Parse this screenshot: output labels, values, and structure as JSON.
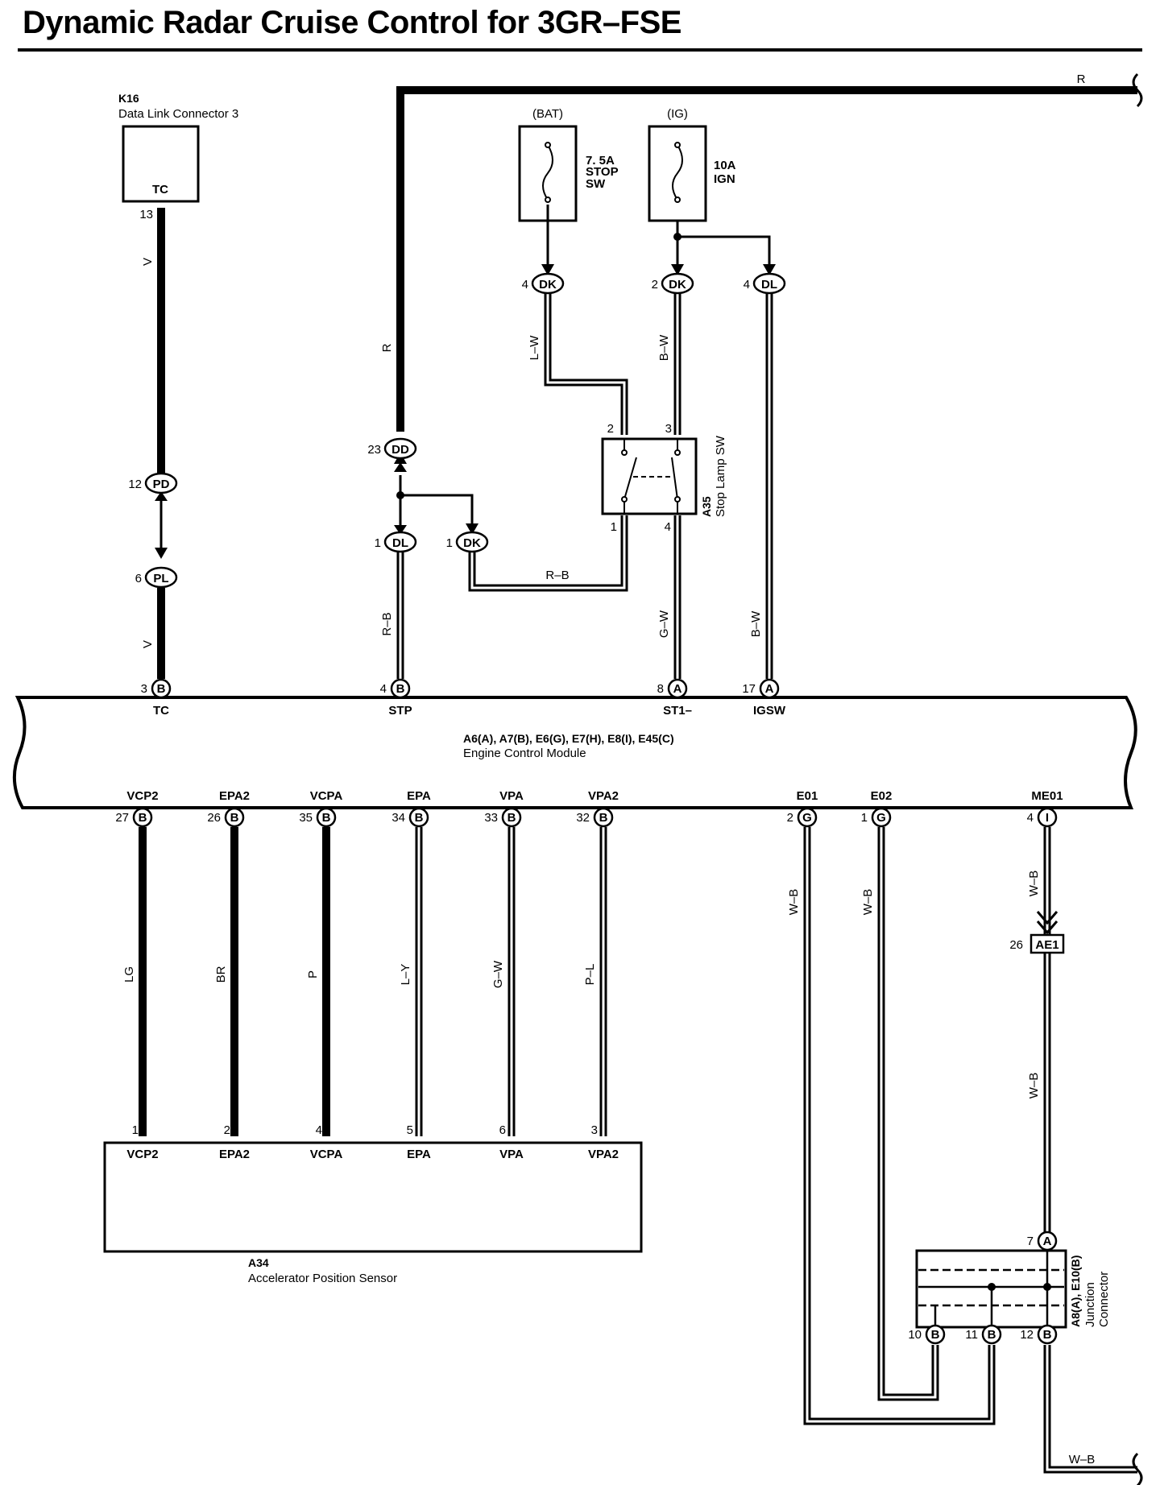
{
  "title": "Dynamic Radar Cruise Control for 3GR–FSE",
  "colors": {
    "ink": "#000000",
    "background": "#ffffff"
  },
  "wire_colors": {
    "r_top": "R",
    "v_top": "V",
    "v_bottom": "V",
    "r_left": "R",
    "lw": "L–W",
    "bw_top": "B–W",
    "rb_left": "R–B",
    "rb_horiz": "R–B",
    "gw": "G–W",
    "bw_bottom": "B–W",
    "lg": "LG",
    "br": "BR",
    "p": "P",
    "ly": "L–Y",
    "gw2": "G–W",
    "pl": "P–L",
    "wb1": "W–B",
    "wb2": "W–B",
    "wb3": "W–B",
    "wb4": "W–B",
    "wb5": "W–B"
  },
  "dlc": {
    "code": "K16",
    "name": "Data Link Connector 3",
    "terminal": "TC",
    "pin": "13"
  },
  "fuse_bat": {
    "source": "(BAT)",
    "rating": "7. 5A",
    "name1": "STOP",
    "name2": "SW"
  },
  "fuse_ig": {
    "source": "(IG)",
    "rating": "10A",
    "name1": "IGN"
  },
  "stop_lamp": {
    "code": "A35",
    "name": "Stop Lamp SW",
    "p2": "2",
    "p3": "3",
    "p1": "1",
    "p4": "4"
  },
  "connectors": {
    "dk_bat": {
      "pin": "4",
      "name": "DK"
    },
    "dk_ig": {
      "pin": "2",
      "name": "DK"
    },
    "dl_ig": {
      "pin": "4",
      "name": "DL"
    },
    "dd": {
      "pin": "23",
      "name": "DD"
    },
    "pd": {
      "pin": "12",
      "name": "PD"
    },
    "pl": {
      "pin": "6",
      "name": "PL"
    },
    "dl_mid": {
      "pin": "1",
      "name": "DL"
    },
    "dk_mid": {
      "pin": "1",
      "name": "DK"
    },
    "ae1": {
      "pin": "26",
      "name": "AE1"
    }
  },
  "ecm": {
    "label1": "A6(A), A7(B), E6(G), E7(H), E8(I), E45(C)",
    "label2": "Engine Control Module",
    "top": [
      {
        "pin": "3",
        "c": "B",
        "name": "TC"
      },
      {
        "pin": "4",
        "c": "B",
        "name": "STP"
      },
      {
        "pin": "8",
        "c": "A",
        "name": "ST1–"
      },
      {
        "pin": "17",
        "c": "A",
        "name": "IGSW"
      }
    ],
    "bottom": [
      {
        "pin": "27",
        "c": "B",
        "name": "VCP2"
      },
      {
        "pin": "26",
        "c": "B",
        "name": "EPA2"
      },
      {
        "pin": "35",
        "c": "B",
        "name": "VCPA"
      },
      {
        "pin": "34",
        "c": "B",
        "name": "EPA"
      },
      {
        "pin": "33",
        "c": "B",
        "name": "VPA"
      },
      {
        "pin": "32",
        "c": "B",
        "name": "VPA2"
      },
      {
        "pin": "2",
        "c": "G",
        "name": "E01"
      },
      {
        "pin": "1",
        "c": "G",
        "name": "E02"
      },
      {
        "pin": "4",
        "c": "I",
        "name": "ME01"
      }
    ]
  },
  "aps": {
    "code": "A34",
    "name": "Accelerator Position Sensor",
    "pins": [
      {
        "pin": "1",
        "name": "VCP2"
      },
      {
        "pin": "2",
        "name": "EPA2"
      },
      {
        "pin": "4",
        "name": "VCPA"
      },
      {
        "pin": "5",
        "name": "EPA"
      },
      {
        "pin": "6",
        "name": "VPA"
      },
      {
        "pin": "3",
        "name": "VPA2"
      }
    ]
  },
  "junction": {
    "line1": "A8(A), E10(B)",
    "line2": "Junction",
    "line3": "Connector",
    "top_pin": {
      "pin": "7",
      "c": "A"
    },
    "bottom_pins": [
      {
        "pin": "10",
        "c": "B"
      },
      {
        "pin": "11",
        "c": "B"
      },
      {
        "pin": "12",
        "c": "B"
      }
    ]
  }
}
